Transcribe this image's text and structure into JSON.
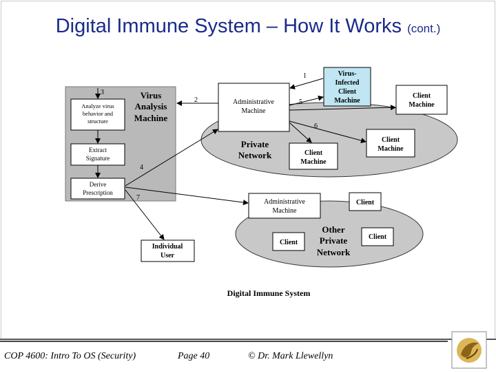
{
  "slide": {
    "title_main": "Digital Immune System – How It Works ",
    "title_suffix": "(cont.)"
  },
  "diagram": {
    "caption": "Digital Immune System",
    "virus_machine": {
      "line1": "Virus",
      "line2": "Analysis",
      "line3": "Machine"
    },
    "steps": {
      "analyze": [
        "Analyze virus",
        "behavior and",
        "structure"
      ],
      "extract": [
        "Extract",
        "Signature"
      ],
      "derive": [
        "Derive",
        "Prescription"
      ]
    },
    "infected_client": [
      "Virus-",
      "Infected",
      "Client",
      "Machine"
    ],
    "admin_machine_1": [
      "Administrative",
      "Machine"
    ],
    "admin_machine_2": [
      "Administrative",
      "Machine"
    ],
    "client_machine": [
      "Client",
      "Machine"
    ],
    "client": "Client",
    "private_network": [
      "Private",
      "Network"
    ],
    "other_private_network": [
      "Other",
      "Private",
      "Network"
    ],
    "individual_user": [
      "Individual",
      "User"
    ],
    "arrow_numbers": [
      "1",
      "2",
      "3",
      "4",
      "5",
      "6",
      "7"
    ]
  },
  "footer": {
    "course": "COP 4600: Intro To OS  (Security)",
    "page": "Page 40",
    "author": "© Dr. Mark Llewellyn"
  },
  "colors": {
    "title": "#1a2a8a",
    "virus_panel": "#b9b9b9",
    "network_ellipse": "#c8c8c8",
    "infected_client": "#bfe6f2"
  }
}
